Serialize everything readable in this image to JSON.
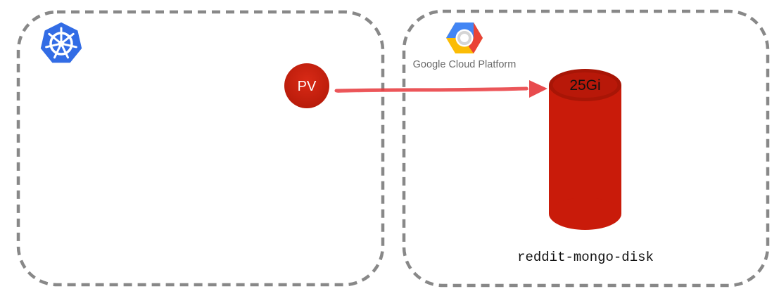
{
  "left_panel": {
    "logo_icon": "kubernetes-icon",
    "pv_label": "PV"
  },
  "right_panel": {
    "logo_icon": "google-cloud-platform-icon",
    "gcp_label": "Google Cloud Platform",
    "disk": {
      "size_label": "25Gi",
      "name": "reddit-mongo-disk"
    }
  },
  "colors": {
    "pv_red": "#c8200e",
    "disk_red": "#c91b0a",
    "arrow_red": "#e6373b",
    "kubernetes_blue": "#326ce5",
    "border_gray": "#888888"
  }
}
